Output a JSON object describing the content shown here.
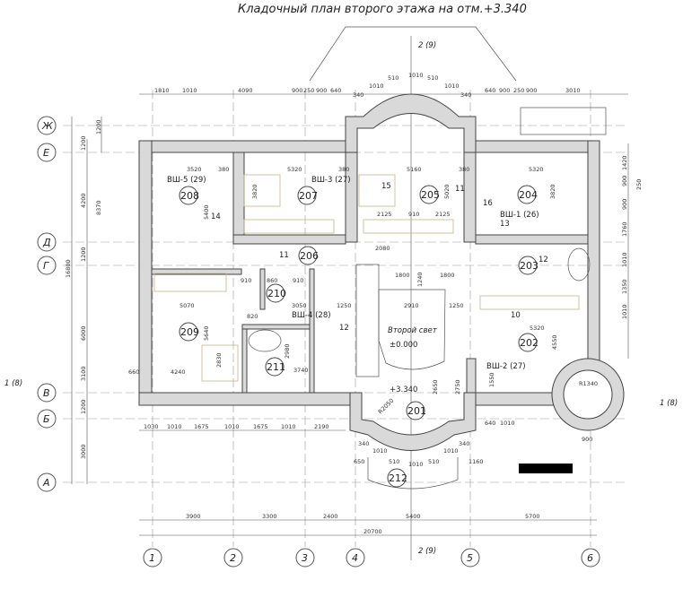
{
  "title": "Кладочный план второго этажа на отм.+3.340",
  "axes": {
    "vertical": [
      "1",
      "2",
      "3",
      "4",
      "5",
      "6"
    ],
    "horizontal": [
      "Ж",
      "Е",
      "Д",
      "Г",
      "В",
      "Б",
      "А"
    ]
  },
  "sections": {
    "top": "2 (9)",
    "bottom": "2 (9)",
    "left": "1 (8)",
    "right": "1 (8)"
  },
  "rooms": [
    "201",
    "202",
    "203",
    "204",
    "205",
    "206",
    "207",
    "208",
    "209",
    "210",
    "211",
    "212"
  ],
  "labels": {
    "vsh5": "ВШ-5 (29)",
    "vsh3": "ВШ-3 (27)",
    "vsh1": "ВШ-1 (26)",
    "vsh4": "ВШ-4 (28)",
    "vsh2": "ВШ-2 (27)",
    "second_light": "Второй свет",
    "level0": "±0.000",
    "level1": "+3.340",
    "radius": "R2050",
    "radius2": "R1340",
    "n11": "11",
    "n12": "12",
    "n13": "13",
    "n14": "14",
    "n15": "15",
    "n16": "16",
    "n10": "10"
  },
  "dims": {
    "top": [
      "1810",
      "1010",
      "4090",
      "900",
      "250",
      "900",
      "640",
      "640",
      "900",
      "250",
      "900",
      "3010"
    ],
    "bay_top": [
      "340",
      "1010",
      "510",
      "1010",
      "510",
      "1010",
      "340"
    ],
    "rooms_row1": [
      "3520",
      "380",
      "5320",
      "380",
      "5160",
      "380",
      "5320"
    ],
    "inner": [
      "2125",
      "910",
      "2125",
      "5020",
      "3820",
      "5400",
      "3820",
      "2080",
      "1800",
      "1800",
      "2910",
      "1250",
      "1250",
      "3050",
      "5070",
      "4240",
      "5640",
      "3740",
      "2830",
      "2980",
      "820",
      "860",
      "910",
      "910",
      "1240",
      "4550",
      "5320",
      "2750",
      "2650",
      "1550"
    ],
    "left": [
      "1200",
      "1200",
      "4200",
      "8370",
      "1200",
      "6000",
      "3100",
      "1200",
      "3000",
      "16800",
      "660"
    ],
    "right": [
      "1420",
      "900",
      "900",
      "1760",
      "1010",
      "1350",
      "1010",
      "250"
    ],
    "bottom1": [
      "1030",
      "1010",
      "1675",
      "1010",
      "1675",
      "1010",
      "2190",
      "640",
      "1010",
      "900"
    ],
    "bottom_bay": [
      "650",
      "340",
      "1010",
      "510",
      "1010",
      "510",
      "1010",
      "340",
      "1160"
    ],
    "bottom2": [
      "3900",
      "3300",
      "2400",
      "5400",
      "5700"
    ],
    "total": "20700"
  }
}
